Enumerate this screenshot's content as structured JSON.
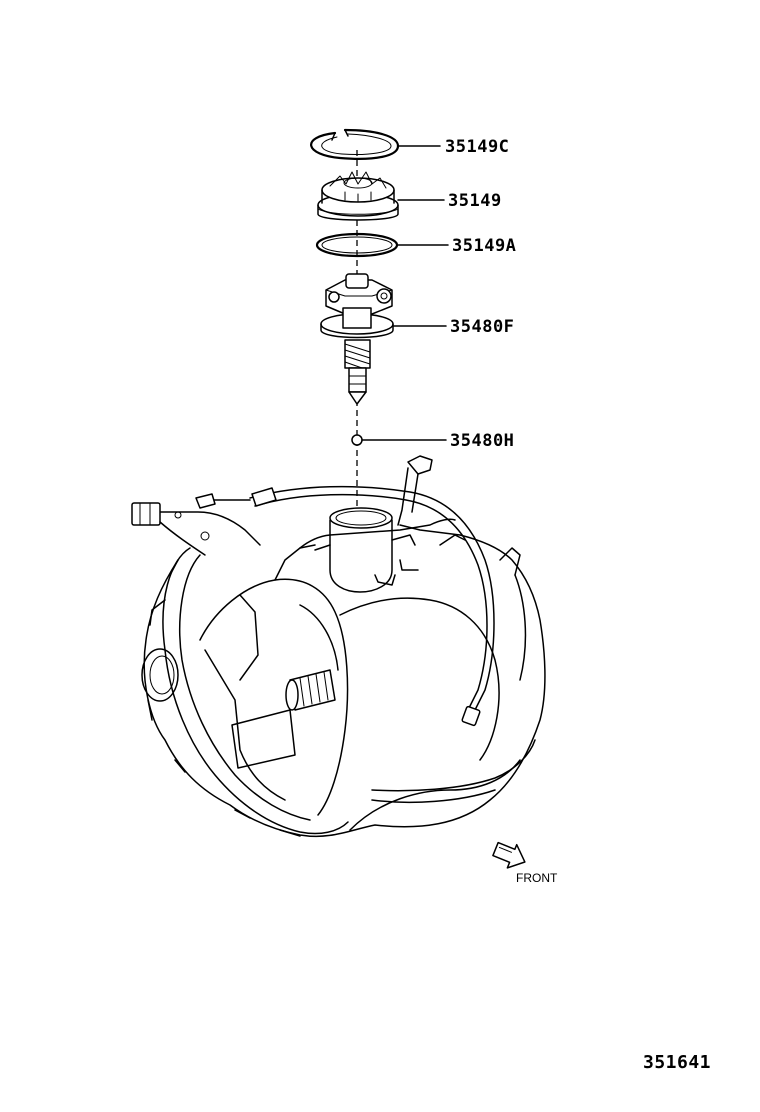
{
  "parts": [
    {
      "id": "snap-ring",
      "number": "35149C"
    },
    {
      "id": "sleeve",
      "number": "35149"
    },
    {
      "id": "o-ring",
      "number": "35149A"
    },
    {
      "id": "driven-gear",
      "number": "35480F"
    },
    {
      "id": "ball",
      "number": "35480H"
    }
  ],
  "direction_label": "FRONT",
  "diagram_number": "351641"
}
